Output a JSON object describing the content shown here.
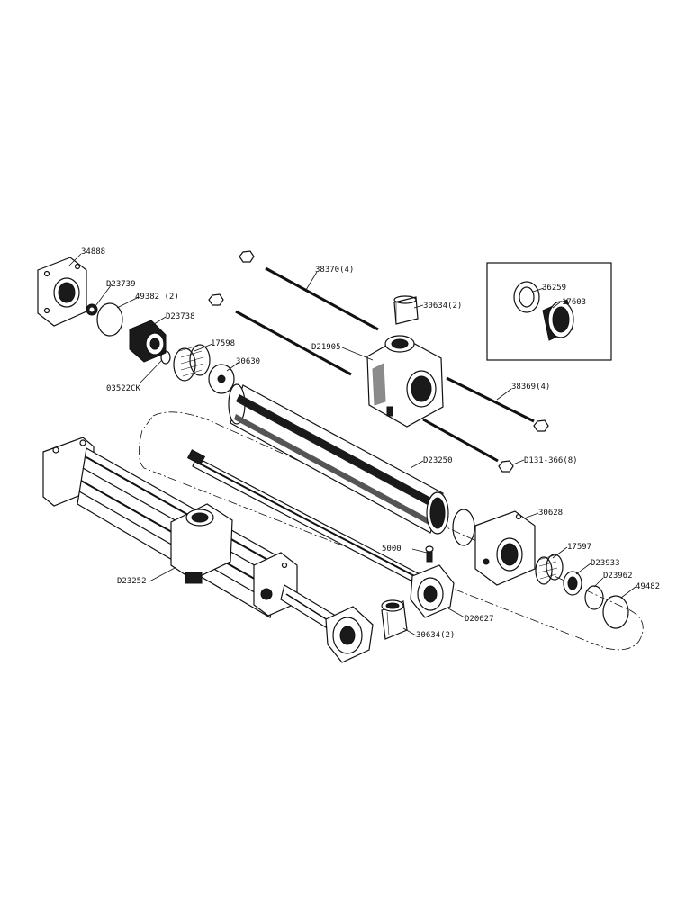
{
  "parts": {
    "p34888": "34888",
    "pD23739": "D23739",
    "p49382": "49382 (2)",
    "pD23738": "D23738",
    "p17598": "17598",
    "p03522CK": "03522CK",
    "p30630": "30630",
    "p38370": "38370(4)",
    "p30634_top": "30634(2)",
    "pD21905": "D21905",
    "p36259": "36259",
    "p17603": "17603",
    "p38369": "38369(4)",
    "pD131": "D131-366(8)",
    "pD23250": "D23250",
    "p30628": "30628",
    "p5000": "5000",
    "p17597": "17597",
    "pD23933": "D23933",
    "pD23962": "D23962",
    "p49482": "49482",
    "pD23252": "D23252",
    "pD20027": "D20027",
    "p30634_bottom": "30634(2)"
  }
}
